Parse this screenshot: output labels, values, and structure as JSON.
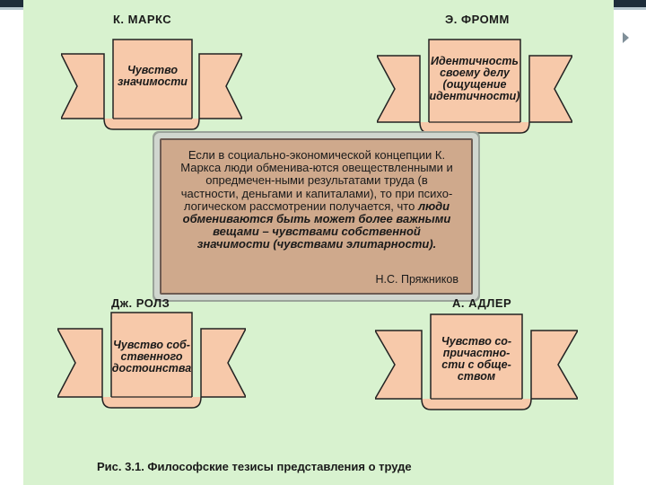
{
  "authors": {
    "top_left": "К. МАРКС",
    "top_right": "Э. ФРОММ",
    "bottom_left": "Дж. РОЛЗ",
    "bottom_right": "А. АДЛЕР"
  },
  "banners": {
    "top_left": "Чувство\nзначимости",
    "top_right": "Идентичность\nсвоему делу\n(ощущение\nидентичности)",
    "bottom_left": "Чувство соб-\nственного\nдостоинства",
    "bottom_right": "Чувство со-\nпричастно-\nсти с обще-\nством"
  },
  "quote": {
    "text_plain": "Если в социально-экономической концепции К. Маркса люди обменива-ются овеществленными и опредмечен-ными результатами труда (в частности, деньгами и капиталами), то при психо-логическом рассмотрении получается, что",
    "text_emphasis": "люди обмениваются быть может более важными вещами – чувствами собственной значимости (чувствами элитарности).",
    "author": "Н.С. Пряжников"
  },
  "caption": "Рис. 3.1. Философские тезисы представления о труде",
  "colors": {
    "background": "#d8f2cf",
    "banner_fill": "#f7c9aa",
    "quote_fill": "#cfa98c"
  }
}
